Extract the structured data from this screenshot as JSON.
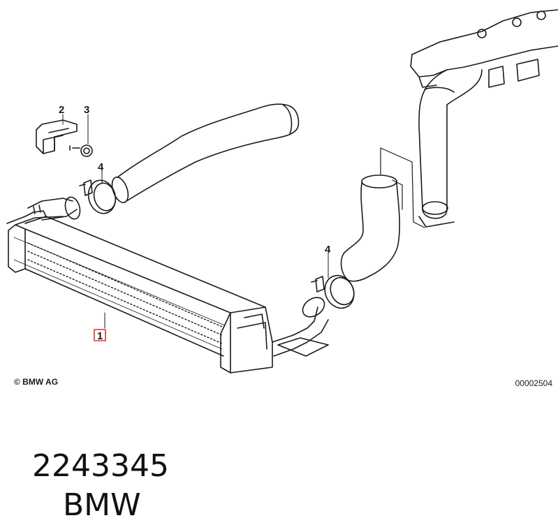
{
  "callouts": {
    "part_1": "1",
    "part_2": "2",
    "part_3": "3",
    "part_4_upper": "4",
    "part_4_lower": "4"
  },
  "copyright": "© BMW AG",
  "diagram_id": "00002504",
  "caption": {
    "part_number": "2243345",
    "brand": "BMW"
  },
  "colors": {
    "line": "#1a1a1a",
    "highlight_box": "#e03030",
    "background": "#ffffff"
  }
}
